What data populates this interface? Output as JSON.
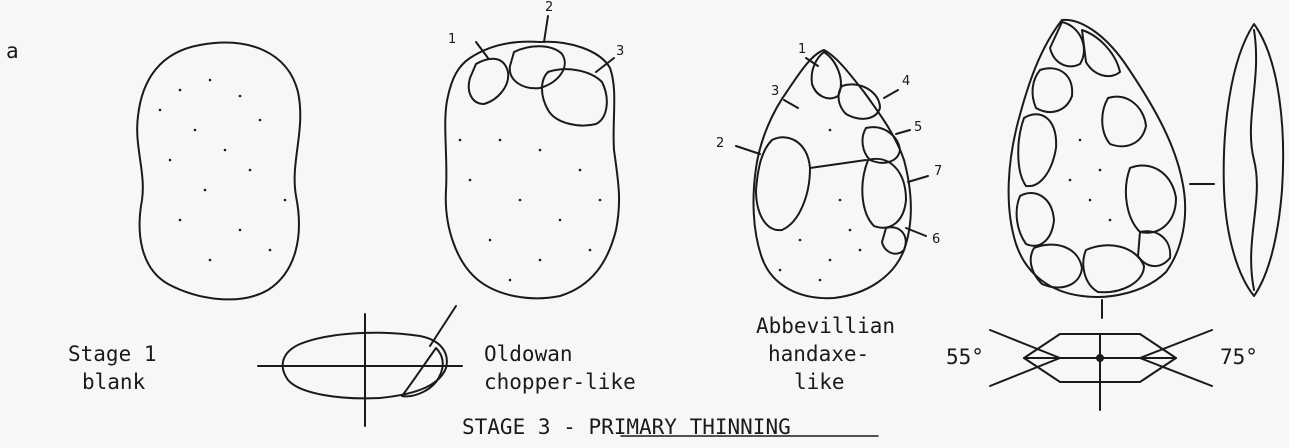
{
  "panel_letter": "a",
  "stage1": {
    "line1": "Stage 1",
    "line2": "blank"
  },
  "oldowan": {
    "line1": "Oldowan",
    "line2": "chopper-like",
    "scar_labels": [
      "1",
      "2",
      "3"
    ]
  },
  "abbevillian": {
    "line1": "Abbevillian",
    "line2": "handaxe-",
    "line3": "like",
    "scar_labels": [
      "1",
      "3",
      "4",
      "5",
      "2",
      "7",
      "6"
    ]
  },
  "angles": {
    "left": "55°",
    "right": "75°"
  },
  "stage_title": {
    "prefix": "STAGE 3 - ",
    "underlined": "PRIMARY THINNING"
  }
}
